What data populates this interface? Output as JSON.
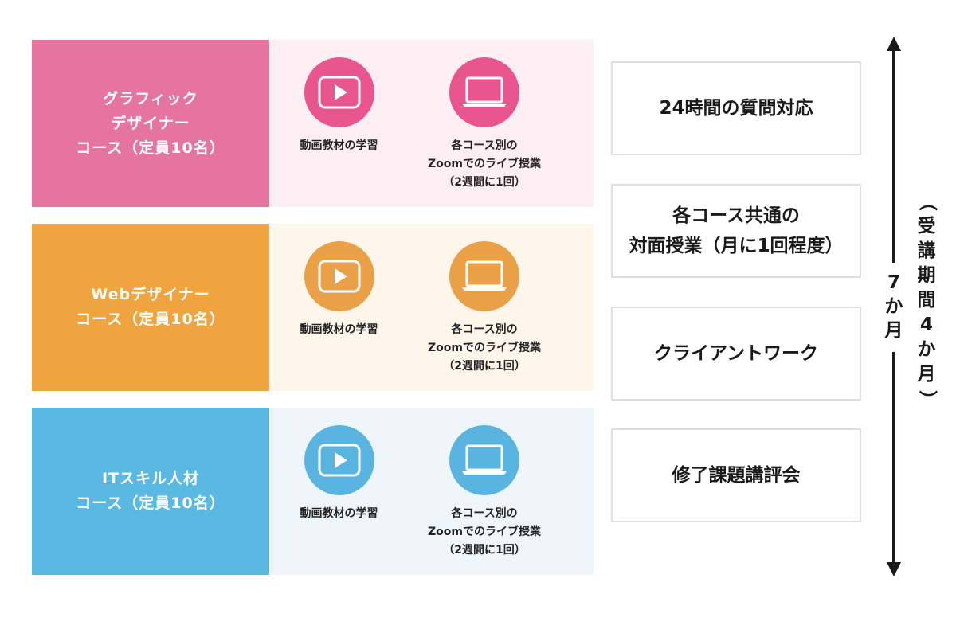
{
  "courses": [
    {
      "name_lines": [
        "グラフィック",
        "デザイナー",
        "コース（定員10名）"
      ],
      "name_bg": "#e5749f",
      "content_bg": "#fdeef3",
      "icon_color": "#e9558f",
      "video_label": "動画教材の学習",
      "zoom_label_lines": [
        "各コース別の",
        "Zoomでのライブ授業",
        "（2週間に1回）"
      ]
    },
    {
      "name_lines": [
        "Webデザイナー",
        "コース（定員10名）"
      ],
      "name_bg": "#efa43f",
      "content_bg": "#fef6ea",
      "icon_color": "#eaa046",
      "video_label": "動画教材の学習",
      "zoom_label_lines": [
        "各コース別の",
        "Zoomでのライブ授業",
        "（2週間に1回）"
      ]
    },
    {
      "name_lines": [
        "ITスキル人材",
        "コース（定員10名）"
      ],
      "name_bg": "#59b9e3",
      "content_bg": "#eef6fb",
      "icon_color": "#5ab4e0",
      "video_label": "動画教材の学習",
      "zoom_label_lines": [
        "各コース別の",
        "Zoomでのライブ授業",
        "（2週間に1回）"
      ]
    }
  ],
  "program": [
    {
      "lines": [
        "24時間の質問対応"
      ]
    },
    {
      "lines": [
        "各コース共通の",
        "対面授業（月に1回程度）"
      ]
    },
    {
      "lines": [
        "クライアントワーク"
      ]
    },
    {
      "lines": [
        "修了課題講評会"
      ]
    }
  ],
  "duration": {
    "total_chars": [
      "7",
      "か",
      "月"
    ],
    "course_chars": [
      "（",
      "受",
      "講",
      "期",
      "間",
      "4",
      "か",
      "月",
      "）"
    ]
  },
  "icons": {
    "video": "play-icon",
    "zoom": "laptop-icon"
  },
  "colors": {
    "program_border": "#dedede",
    "text": "#1a1a1a",
    "arrow": "#1a1a1a"
  }
}
